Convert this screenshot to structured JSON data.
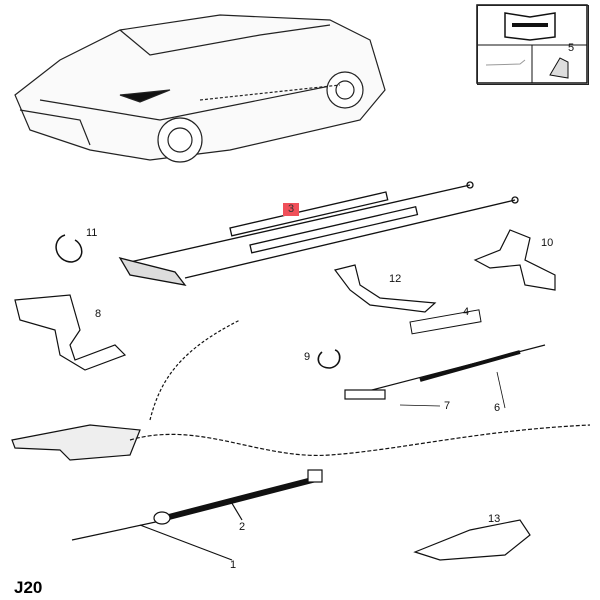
{
  "diagram": {
    "code": "J20",
    "legend_part_number": "5",
    "highlighted_part": "3",
    "callouts": [
      "1",
      "2",
      "3",
      "4",
      "5",
      "6",
      "7",
      "8",
      "9",
      "10",
      "11",
      "12",
      "13"
    ],
    "highlight_color": "#f0505a"
  }
}
